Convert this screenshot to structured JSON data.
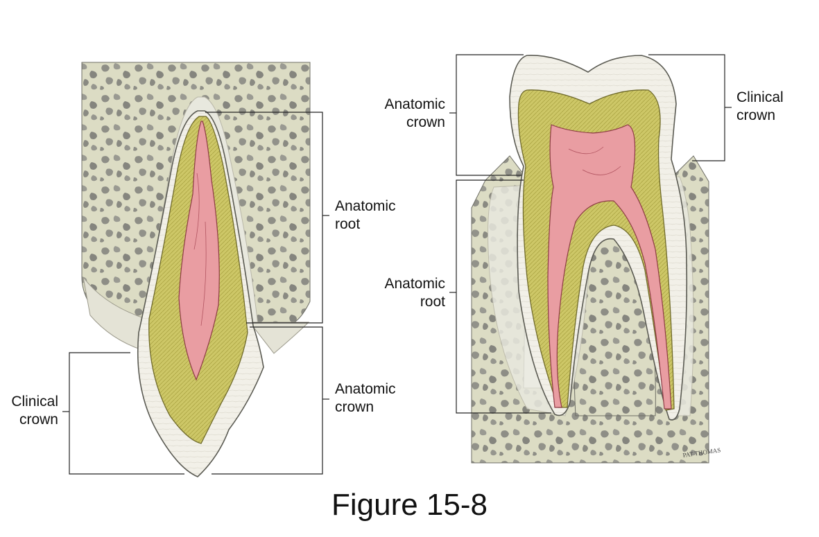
{
  "caption": "Figure 15-8",
  "incisor_labels": {
    "anatomic_root": [
      "Anatomic",
      "root"
    ],
    "anatomic_crown": [
      "Anatomic",
      "crown"
    ],
    "clinical_crown": [
      "Clinical",
      "crown"
    ]
  },
  "molar_labels": {
    "anatomic_crown": [
      "Anatomic",
      "crown"
    ],
    "clinical_crown": [
      "Clinical",
      "crown"
    ],
    "anatomic_root": [
      "Anatomic",
      "root"
    ]
  },
  "artist_signature": "PAT THOMAS",
  "colors": {
    "bone": "#dcdcc4",
    "bone_marrow": "#8e8e86",
    "enamel": "#f2f0e8",
    "dentin": "#cdc767",
    "pulp": "#e99da2",
    "soft_tissue": "#e8e8de",
    "bracket_line": "#222222"
  }
}
